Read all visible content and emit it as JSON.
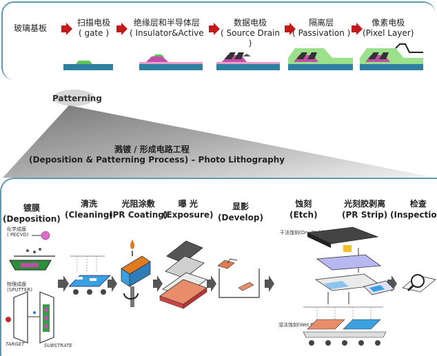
{
  "top_steps": {
    "substrate": "玻璃基板",
    "gate_cn": "扫描电极",
    "gate_en": "( gate )",
    "insulator_cn": "绝缘层和半导体层",
    "insulator_en": "( Insulator&Active",
    "source_cn": "数据电极",
    "source_en": "( Source Drain",
    "source_close": ")",
    "passivation_cn": "隔离层",
    "passivation_en": "( Passivation )",
    "pixel_cn": "像素电极",
    "pixel_en": "(Pixel Layer)"
  },
  "patterning_label": "Patterning",
  "process_title_cn": "溅镀 / 形成电路工程",
  "process_title_en": "(Deposition & Patterning Process) – Photo Lithography",
  "process_steps": [
    {
      "cn": "镀膜",
      "en": "(Deposition)"
    },
    {
      "cn": "清洗",
      "en": "(Cleaning)"
    },
    {
      "cn": "光阻涂敷",
      "en": "(PR Coating)"
    },
    {
      "cn": "曝 光",
      "en": "(Exposure)"
    },
    {
      "cn": "显影",
      "en": "(Develop)"
    },
    {
      "cn": "蚀刻",
      "en": "(Etch)"
    },
    {
      "cn": "光刻胶剥离",
      "en": "(PR Strip)"
    },
    {
      "cn": "检查",
      "en": "(Inspection)"
    }
  ],
  "small_labels": {
    "pecvd_cn": "化学成膜",
    "pecvd_en": "( PECVD)",
    "sputter_cn": "物理成膜",
    "sputter_en": "(SPUTTER)",
    "target": "TARGET",
    "substrate": "SUBSTRATE",
    "dry_etch": "干法蚀刻(Dry Etch)",
    "wet_etch": "湿法蚀刻(Wet Etch)"
  },
  "colors": {
    "frame": "#5a9bb3",
    "red_arrow": "#c21a1a",
    "layer_glass": "#2f7fa0",
    "layer_green": "#5fc65a",
    "layer_pink": "#c24da8",
    "patterning_triangle": "#8a8a8a"
  }
}
